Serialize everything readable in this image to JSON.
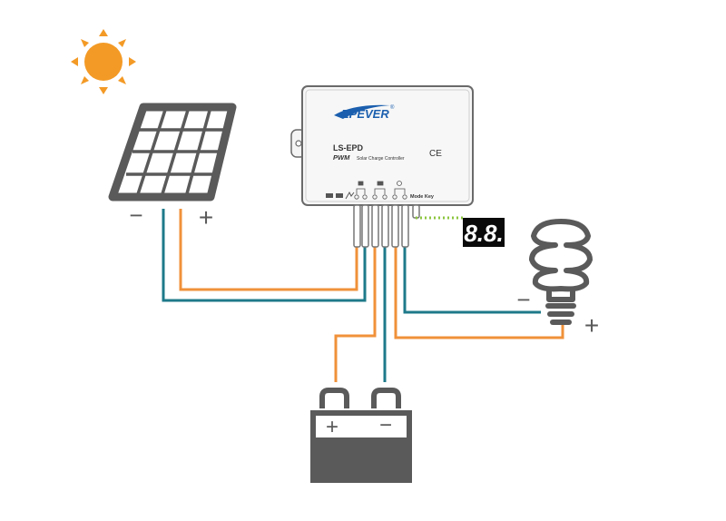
{
  "controller": {
    "brand": "EPEVER",
    "registered": "®",
    "model": "LS-EPD",
    "type_prefix": "PWM",
    "type_suffix": "Solar Charge Controller",
    "ce_mark": "CE",
    "mode_key_label": "Mode Key"
  },
  "display": {
    "readout": "8.8."
  },
  "solar_panel": {
    "minus_label": "−",
    "plus_label": "+"
  },
  "battery": {
    "plus_label": "+",
    "minus_label": "−"
  },
  "load": {
    "minus_label": "−",
    "plus_label": "+"
  },
  "colors": {
    "positive_wire": "#f0913a",
    "negative_wire": "#1e7a8a",
    "sun": "#f39a26",
    "dotted_link": "#8cc63f",
    "device_gray": "#5a5a5a",
    "brand_blue": "#1b5fae"
  }
}
